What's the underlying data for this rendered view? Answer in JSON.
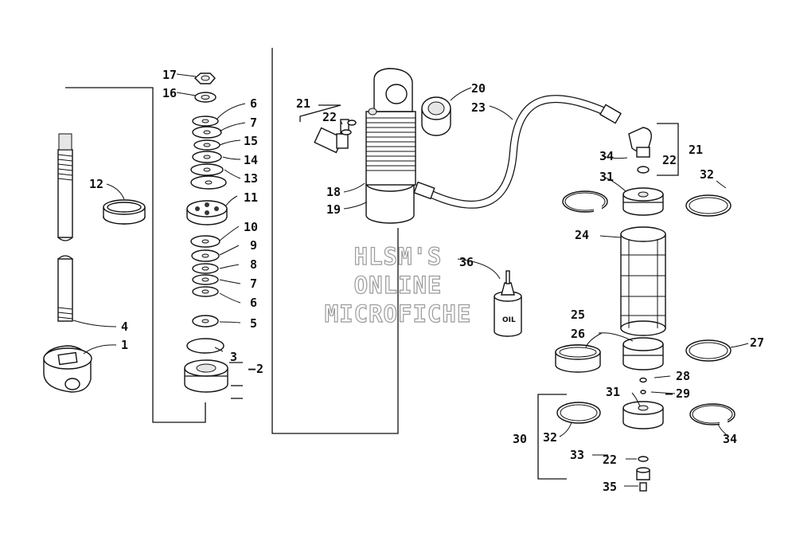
{
  "watermark": {
    "line1": "HLSM'S",
    "line2": "ONLINE",
    "line3": "MICROFICHE"
  },
  "oil_bottle_label": "OIL",
  "callouts": [
    {
      "id": "c1",
      "text": "1"
    },
    {
      "id": "c2",
      "text": "2"
    },
    {
      "id": "c3",
      "text": "3"
    },
    {
      "id": "c4",
      "text": "4"
    },
    {
      "id": "c5",
      "text": "5"
    },
    {
      "id": "c6a",
      "text": "6"
    },
    {
      "id": "c6b",
      "text": "6"
    },
    {
      "id": "c7a",
      "text": "7"
    },
    {
      "id": "c7b",
      "text": "7"
    },
    {
      "id": "c8",
      "text": "8"
    },
    {
      "id": "c9",
      "text": "9"
    },
    {
      "id": "c10",
      "text": "10"
    },
    {
      "id": "c11",
      "text": "11"
    },
    {
      "id": "c12",
      "text": "12"
    },
    {
      "id": "c13",
      "text": "13"
    },
    {
      "id": "c14",
      "text": "14"
    },
    {
      "id": "c15",
      "text": "15"
    },
    {
      "id": "c16",
      "text": "16"
    },
    {
      "id": "c17",
      "text": "17"
    },
    {
      "id": "c18",
      "text": "18"
    },
    {
      "id": "c19",
      "text": "19"
    },
    {
      "id": "c20",
      "text": "20"
    },
    {
      "id": "c21a",
      "text": "21"
    },
    {
      "id": "c21b",
      "text": "21"
    },
    {
      "id": "c22a",
      "text": "22"
    },
    {
      "id": "c22b",
      "text": "22"
    },
    {
      "id": "c22c",
      "text": "22"
    },
    {
      "id": "c23",
      "text": "23"
    },
    {
      "id": "c24",
      "text": "24"
    },
    {
      "id": "c25",
      "text": "25"
    },
    {
      "id": "c26",
      "text": "26"
    },
    {
      "id": "c27",
      "text": "27"
    },
    {
      "id": "c28",
      "text": "28"
    },
    {
      "id": "c29",
      "text": "29"
    },
    {
      "id": "c30",
      "text": "30"
    },
    {
      "id": "c31a",
      "text": "31"
    },
    {
      "id": "c31b",
      "text": "31"
    },
    {
      "id": "c32a",
      "text": "32"
    },
    {
      "id": "c32b",
      "text": "32"
    },
    {
      "id": "c33",
      "text": "33"
    },
    {
      "id": "c34a",
      "text": "34"
    },
    {
      "id": "c34b",
      "text": "34"
    },
    {
      "id": "c35",
      "text": "35"
    },
    {
      "id": "c36",
      "text": "36"
    }
  ]
}
